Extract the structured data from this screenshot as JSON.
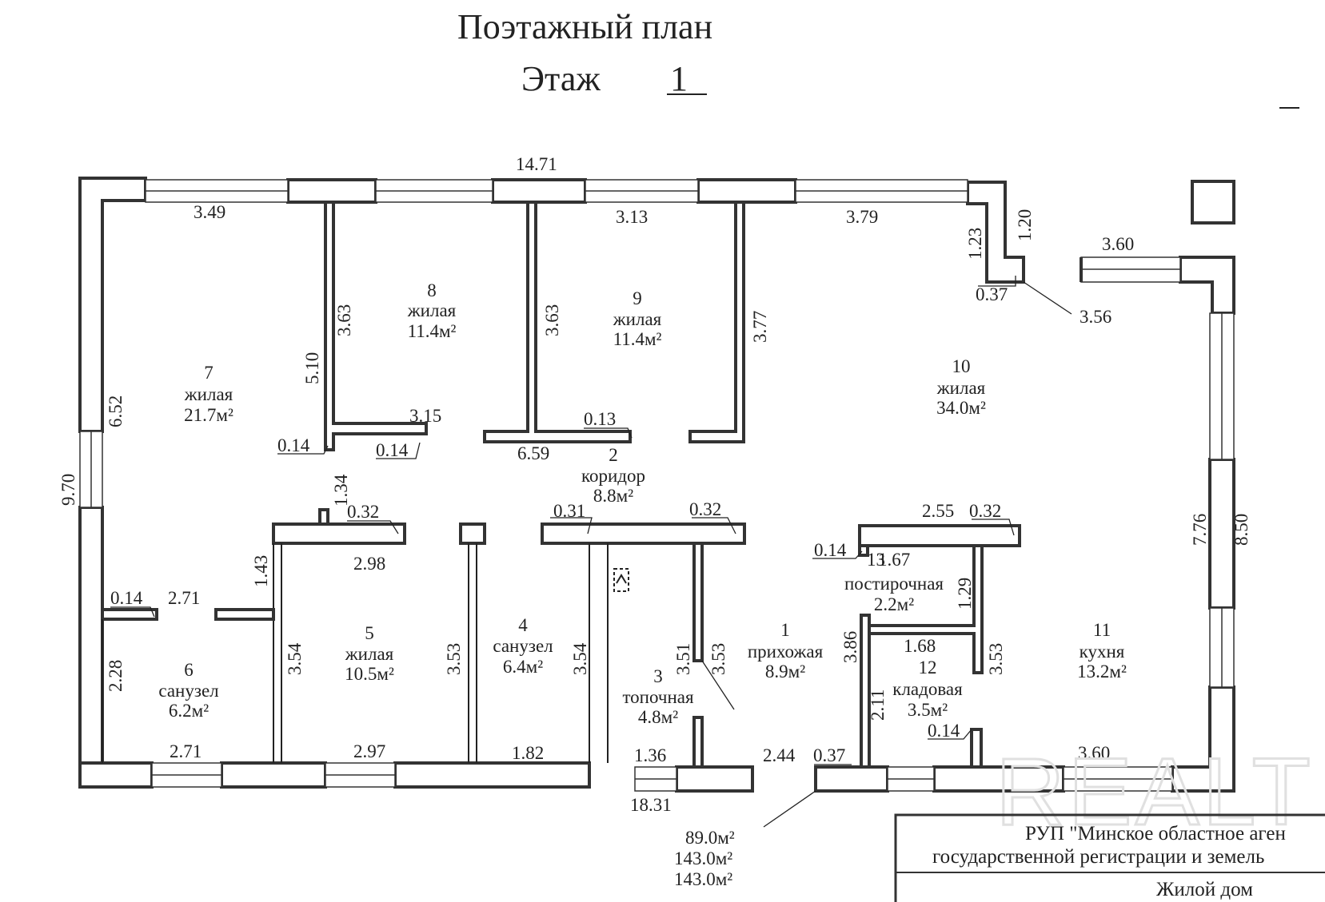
{
  "title": {
    "line1": "Поэтажный план",
    "floor_label": "Этаж",
    "floor_number": "1"
  },
  "rooms": [
    {
      "number": "1",
      "name": "прихожая",
      "area": "8.9м²"
    },
    {
      "number": "2",
      "name": "коридор",
      "area": "8.8м²"
    },
    {
      "number": "3",
      "name": "топочная",
      "area": "4.8м²"
    },
    {
      "number": "4",
      "name": "санузел",
      "area": "6.4м²"
    },
    {
      "number": "5",
      "name": "жилая",
      "area": "10.5м²"
    },
    {
      "number": "6",
      "name": "санузел",
      "area": "6.2м²"
    },
    {
      "number": "7",
      "name": "жилая",
      "area": "21.7м²"
    },
    {
      "number": "8",
      "name": "жилая",
      "area": "11.4м²"
    },
    {
      "number": "9",
      "name": "жилая",
      "area": "11.4м²"
    },
    {
      "number": "10",
      "name": "жилая",
      "area": "34.0м²"
    },
    {
      "number": "11",
      "name": "кухня",
      "area": "13.2м²"
    },
    {
      "number": "12",
      "name": "кладовая",
      "area": "3.5м²"
    },
    {
      "number": "13",
      "name": "постирочная",
      "area": "2.2м²"
    }
  ],
  "dimensions": {
    "top_total": "14.71",
    "top_w1": "3.49",
    "top_w2": "3.13",
    "top_w3": "3.79",
    "ne_120": "1.20",
    "ne_123": "1.23",
    "ne_037": "0.37",
    "e_360": "3.60",
    "e_356": "3.56",
    "west_total": "9.70",
    "west_652": "6.52",
    "west_228": "2.28",
    "east_776": "7.76",
    "east_850": "8.50",
    "r8_363": "3.63",
    "r8_510": "5.10",
    "r9_363": "3.63",
    "r9_377": "3.77",
    "r7_315": "3.15",
    "r7_014a": "0.14",
    "r7_014b": "0.14",
    "cor_013": "0.13",
    "cor_659": "6.59",
    "cor_134": "1.34",
    "cor_032a": "0.32",
    "cor_031": "0.31",
    "cor_032b": "0.32",
    "r5_298": "2.98",
    "r6_143": "1.43",
    "r6_014": "0.14",
    "r6_271a": "2.71",
    "r5_354": "3.54",
    "r4_353": "3.53",
    "r4_354": "3.54",
    "r3_351": "3.51",
    "r3_353": "3.53",
    "r13_255": "2.55",
    "r13_032": "0.32",
    "r13_014": "0.14",
    "r13_167": "1.67",
    "r13_129": "1.29",
    "r12_386": "3.86",
    "r12_168": "1.68",
    "r12_353": "3.53",
    "r12_211": "2.11",
    "r12_014": "0.14",
    "b_271": "2.71",
    "b_297": "2.97",
    "b_182": "1.82",
    "b_136": "1.36",
    "b_244": "2.44",
    "b_037": "0.37",
    "b_360": "3.60",
    "bottom_total": "18.31"
  },
  "totals": {
    "living": "89.0м²",
    "total": "143.0м²",
    "total2": "143.0м²"
  },
  "stamp": {
    "org_line1": "РУП \"Минское областное аген",
    "org_line2": "государственной регистрации и земель",
    "object": "Жилой дом"
  },
  "watermark": "REALT"
}
